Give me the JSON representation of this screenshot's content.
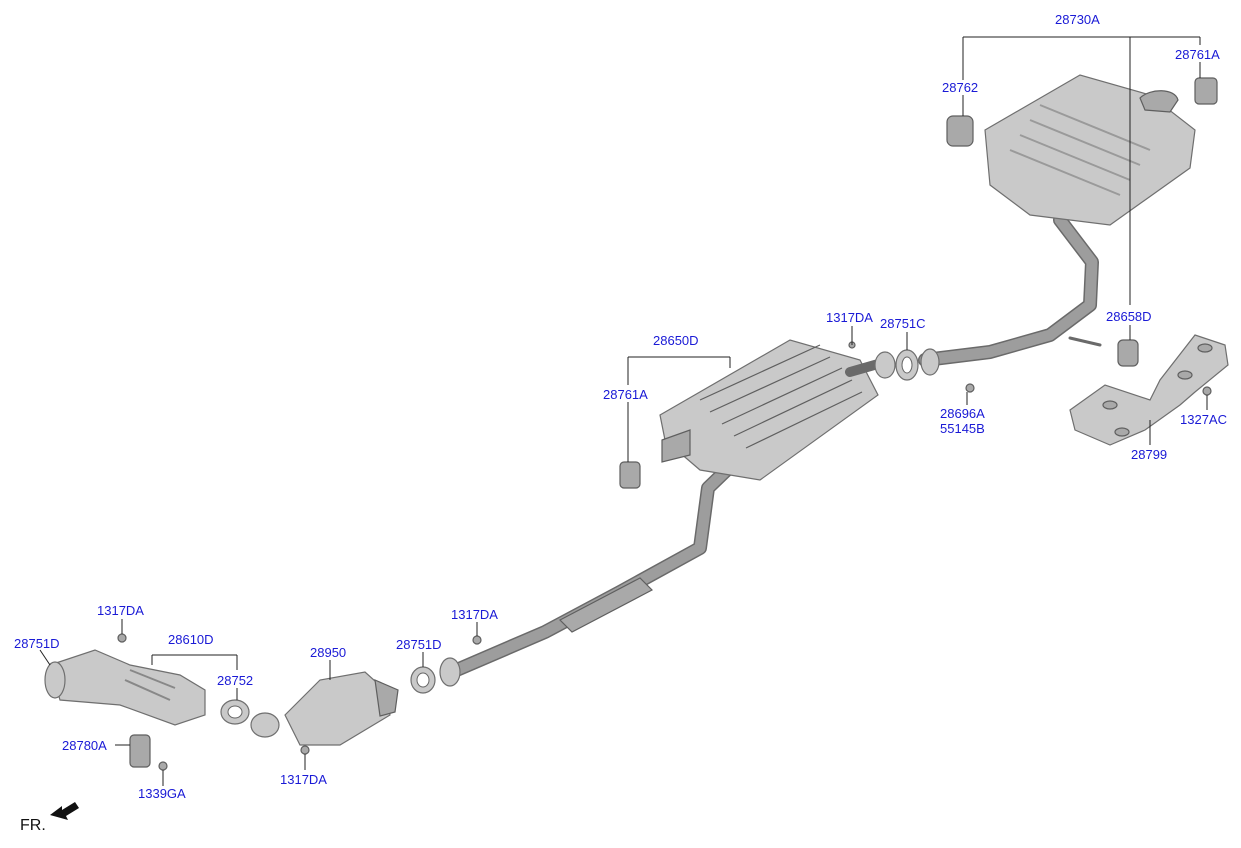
{
  "labels": {
    "p28730A": "28730A",
    "p28761A_top": "28761A",
    "p28762": "28762",
    "p28658D": "28658D",
    "p1317DA_mid": "1317DA",
    "p28751C": "28751C",
    "p28650D": "28650D",
    "p28761A_mid": "28761A",
    "p28696A": "28696A",
    "p55145B": "55145B",
    "p1327AC": "1327AC",
    "p28799": "28799",
    "p1317DA_left": "1317DA",
    "p28610D": "28610D",
    "p28751D_left": "28751D",
    "p28752": "28752",
    "p28950": "28950",
    "p28751D_mid": "28751D",
    "p1317DA_pipe": "1317DA",
    "p28780A": "28780A",
    "p1339GA": "1339GA",
    "p1317DA_bottom": "1317DA"
  },
  "orientation": {
    "front_label": "FR."
  },
  "colors": {
    "label_text": "#1a1ad6",
    "part_fill": "#c9c9c9",
    "part_stroke": "#6f6f6f",
    "leader": "#222222"
  }
}
